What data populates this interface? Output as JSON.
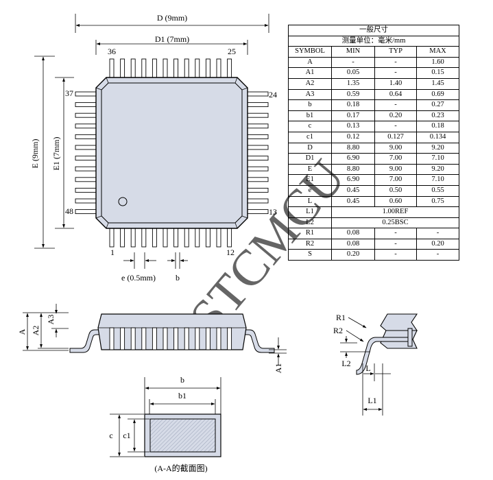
{
  "top_view": {
    "D_label": "D (9mm)",
    "D1_label": "D1 (7mm)",
    "E_label": "E (9mm)",
    "E1_label": "E1 (7mm)",
    "pin_36": "36",
    "pin_25": "25",
    "pin_37": "37",
    "pin_24": "24",
    "pin_48": "48",
    "pin_13": "13",
    "pin_1": "1",
    "pin_12": "12",
    "e_label": "e (0.5mm)",
    "b_label": "b"
  },
  "side_view": {
    "A_label": "A",
    "A2_label": "A2",
    "A3_label": "A3",
    "A1_label": "A1"
  },
  "section_view": {
    "b_label": "b",
    "b1_label": "b1",
    "c_label": "c",
    "c1_label": "c1",
    "caption": "(A-A的截面图)"
  },
  "detail_view": {
    "R1_label": "R1",
    "R2_label": "R2",
    "L2_label": "L2",
    "L_label": "L",
    "L1_label": "L1"
  },
  "watermark": "STCMCU",
  "table": {
    "title": "一般尺寸",
    "unit": "测量单位：毫米/mm",
    "headers": [
      "SYMBOL",
      "MIN",
      "TYP",
      "MAX"
    ],
    "rows": [
      {
        "symbol": "A",
        "min": "-",
        "typ": "-",
        "max": "1.60"
      },
      {
        "symbol": "A1",
        "min": "0.05",
        "typ": "-",
        "max": "0.15"
      },
      {
        "symbol": "A2",
        "min": "1.35",
        "typ": "1.40",
        "max": "1.45"
      },
      {
        "symbol": "A3",
        "min": "0.59",
        "typ": "0.64",
        "max": "0.69"
      },
      {
        "symbol": "b",
        "min": "0.18",
        "typ": "-",
        "max": "0.27"
      },
      {
        "symbol": "b1",
        "min": "0.17",
        "typ": "0.20",
        "max": "0.23"
      },
      {
        "symbol": "c",
        "min": "0.13",
        "typ": "-",
        "max": "0.18"
      },
      {
        "symbol": "c1",
        "min": "0.12",
        "typ": "0.127",
        "max": "0.134"
      },
      {
        "symbol": "D",
        "min": "8.80",
        "typ": "9.00",
        "max": "9.20"
      },
      {
        "symbol": "D1",
        "min": "6.90",
        "typ": "7.00",
        "max": "7.10"
      },
      {
        "symbol": "E",
        "min": "8.80",
        "typ": "9.00",
        "max": "9.20"
      },
      {
        "symbol": "E1",
        "min": "6.90",
        "typ": "7.00",
        "max": "7.10"
      },
      {
        "symbol": "e",
        "min": "0.45",
        "typ": "0.50",
        "max": "0.55"
      },
      {
        "symbol": "L",
        "min": "0.45",
        "typ": "0.60",
        "max": "0.75"
      },
      {
        "symbol": "L1",
        "span": "1.00REF"
      },
      {
        "symbol": "L2",
        "span": "0.25BSC"
      },
      {
        "symbol": "R1",
        "min": "0.08",
        "typ": "-",
        "max": "-"
      },
      {
        "symbol": "R2",
        "min": "0.08",
        "typ": "-",
        "max": "0.20"
      },
      {
        "symbol": "S",
        "min": "0.20",
        "typ": "-",
        "max": "-"
      }
    ]
  }
}
